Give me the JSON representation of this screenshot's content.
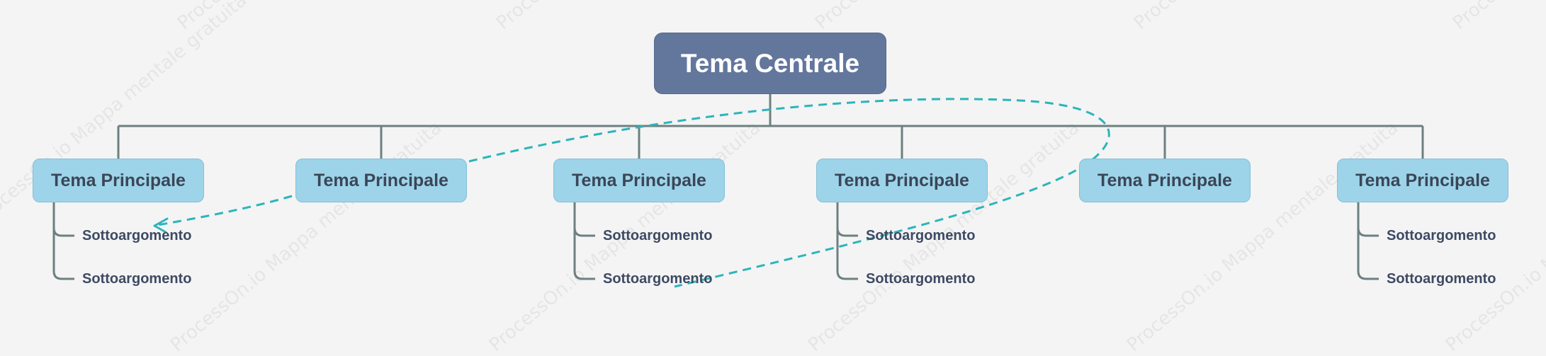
{
  "central_topic": {
    "label": "Tema Centrale"
  },
  "main_topics": [
    {
      "label": "Tema Principale",
      "subtopics": [
        "Sottoargomento",
        "Sottoargomento"
      ]
    },
    {
      "label": "Tema Principale",
      "subtopics": []
    },
    {
      "label": "Tema Principale",
      "subtopics": [
        "Sottoargomento",
        "Sottoargomento"
      ]
    },
    {
      "label": "Tema Principale",
      "subtopics": [
        "Sottoargomento",
        "Sottoargomento"
      ]
    },
    {
      "label": "Tema Principale",
      "subtopics": []
    },
    {
      "label": "Tema Principale",
      "subtopics": [
        "Sottoargomento",
        "Sottoargomento"
      ]
    }
  ],
  "watermark_text": "ProcessOn.io Mappa mentale gratuita",
  "colors": {
    "central_fill": "#63779d",
    "main_fill": "#9dd4ea",
    "connector": "#6e7f80",
    "relationship": "#2bb5bb",
    "background": "#f4f4f4"
  }
}
